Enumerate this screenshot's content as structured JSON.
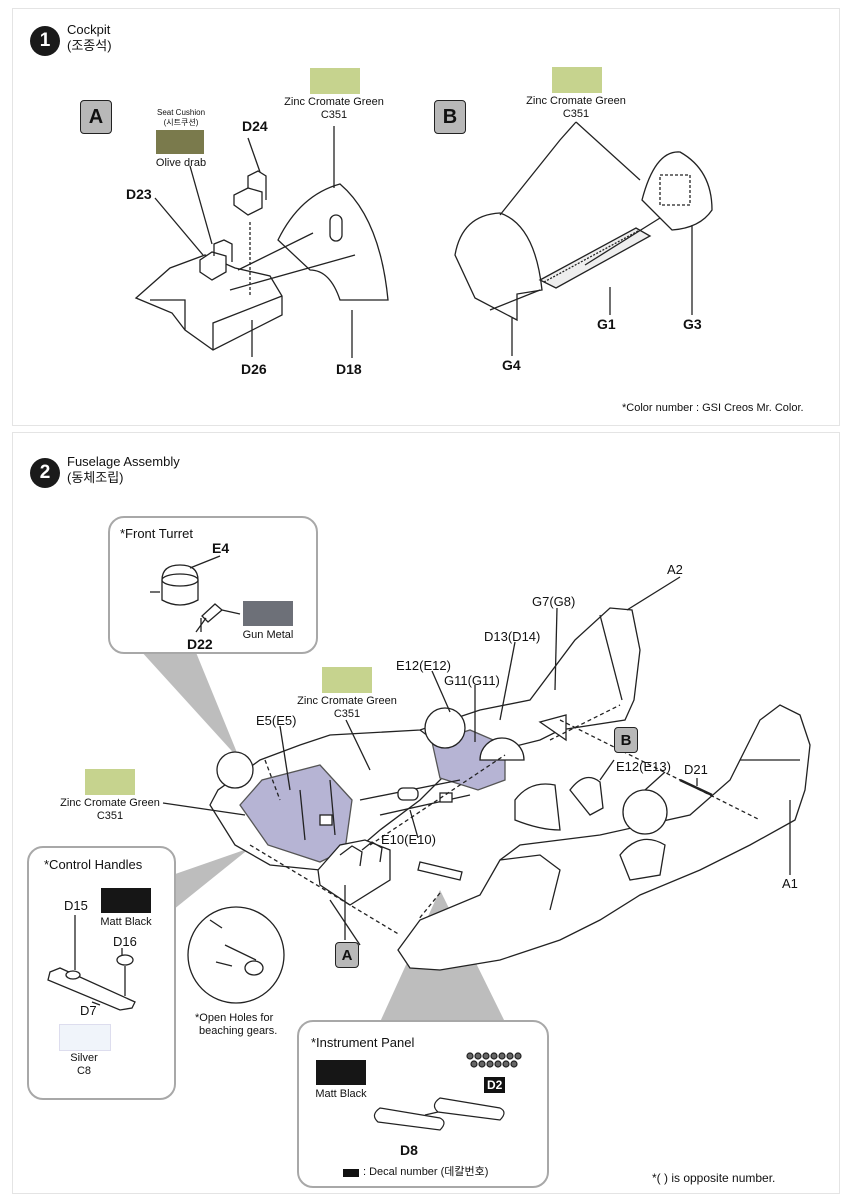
{
  "step1": {
    "number": "1",
    "title": "Cockpit",
    "title_kr": "(조종석)",
    "subassembly_a": "A",
    "subassembly_b": "B",
    "seat_cushion_label": "Seat Cushion",
    "seat_cushion_label_kr": "(시트쿠션)",
    "olive_drab_label": "Olive drab",
    "zinc_label_a": "Zinc Cromate Green",
    "zinc_code_a": "C351",
    "zinc_label_b": "Zinc Cromate Green",
    "zinc_code_b": "C351",
    "parts": {
      "d24": "D24",
      "d23": "D23",
      "d26": "D26",
      "d18": "D18",
      "g1": "G1",
      "g3": "G3",
      "g4": "G4"
    },
    "color_note": "*Color number : GSI Creos Mr. Color."
  },
  "step2": {
    "number": "2",
    "title": "Fuselage Assembly",
    "title_kr": "(동체조립)",
    "front_turret": {
      "title": "*Front Turret",
      "e4": "E4",
      "d22": "D22",
      "gun_metal_label": "Gun Metal"
    },
    "zinc_label_1": "Zinc Cromate Green",
    "zinc_code_1": "C351",
    "zinc_label_2": "Zinc Cromate Green",
    "zinc_code_2": "C351",
    "parts": {
      "a2": "A2",
      "g7": "G7(G8)",
      "d13": "D13(D14)",
      "e12a": "E12(E12)",
      "g11": "G11(G11)",
      "e5": "E5(E5)",
      "e12b": "E12(E13)",
      "d21": "D21",
      "e10": "E10(E10)",
      "a1": "A1"
    },
    "tag_b": "B",
    "tag_a": "A",
    "control_handles": {
      "title": "*Control Handles",
      "d15": "D15",
      "matt_black_label": "Matt Black",
      "d16": "D16",
      "d7": "D7",
      "silver_label": "Silver",
      "silver_code": "C8"
    },
    "open_holes_note_1": "*Open Holes for",
    "open_holes_note_2": "beaching gears.",
    "instrument_panel": {
      "title": "*Instrument Panel",
      "matt_black_label": "Matt Black",
      "decal_d2": "D2",
      "d8": "D8",
      "decal_note": ": Decal number (데칼번호)"
    },
    "opposite_note": "*(  ) is opposite number."
  },
  "colors": {
    "zinc_green": "#c6d38e",
    "olive_drab": "#7a7a4c",
    "gun_metal": "#6d7078",
    "matt_black": "#161616",
    "silver": "#f0f4fa",
    "panel_bg": "#ebebeb",
    "purple_area": "#b6b4d4"
  }
}
